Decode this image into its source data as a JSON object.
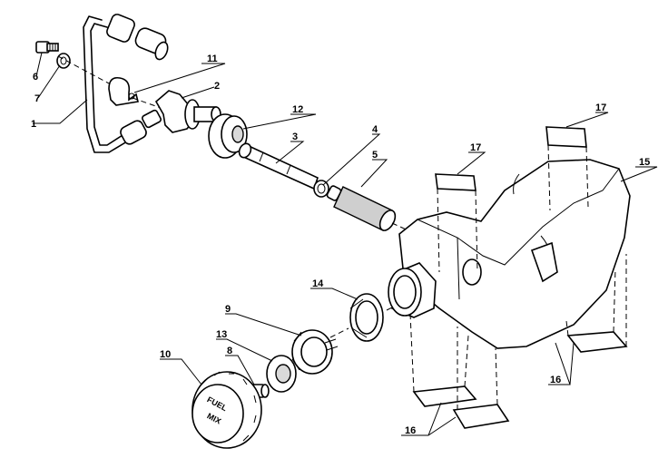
{
  "diagram": {
    "labels": [
      "1",
      "2",
      "3",
      "4",
      "5",
      "6",
      "7",
      "8",
      "9",
      "10",
      "11",
      "12",
      "13",
      "14",
      "15",
      "16",
      "16",
      "17",
      "17"
    ],
    "cap_text": [
      "FUEL",
      "MIX"
    ]
  }
}
